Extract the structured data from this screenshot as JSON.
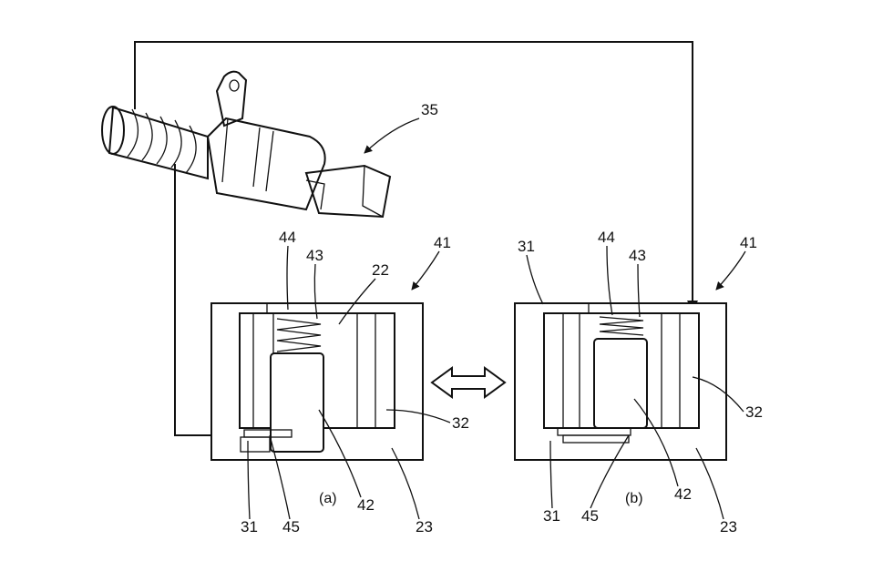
{
  "labels": {
    "solenoid": "35",
    "valve_a": "41",
    "valve_b": "41",
    "spring_a": "44",
    "seat_a": "43",
    "chamber_a": "22",
    "body_right_a": "32",
    "spool_a": "42",
    "port_a": "23",
    "housing_a": "31",
    "stopper_a": "45",
    "housing_b_top": "31",
    "spring_b": "44",
    "seat_b": "43",
    "body_right_b": "32",
    "spool_b": "42",
    "housing_b_bottom": "31",
    "stopper_b": "45",
    "port_b": "23"
  },
  "captions": {
    "a": "(a)",
    "b": "(b)"
  },
  "icons": {
    "swap": "double-arrow-icon"
  }
}
